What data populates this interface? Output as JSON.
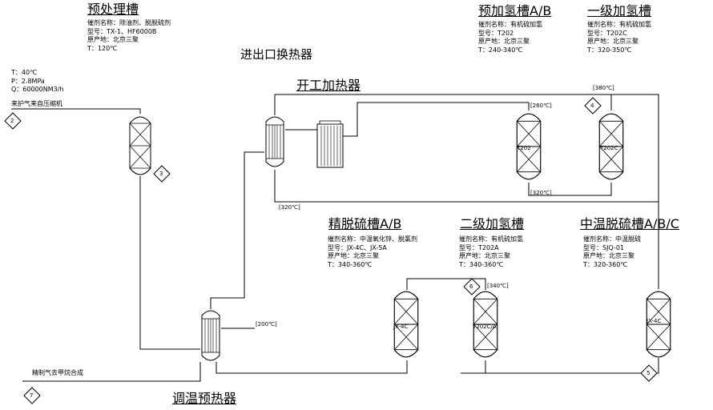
{
  "titles": {
    "pretreat": "预处理槽",
    "prehydro": "预加氢槽A/B",
    "hydro1": "一级加氢槽",
    "inlet_hx": "进出口换热器",
    "startup_heater": "开工加热器",
    "fine_desulf": "精脱硫槽A/B",
    "hydro2": "二级加氢槽",
    "mid_desulf": "中温脱硫槽A/B/C",
    "temp_preheater": "调温预热器"
  },
  "pretreat_info": [
    "催剂名称：除油剂、脱脱硫剂",
    "型号：TX-1、HF6000B",
    "原产地：北京三聚",
    "T：120℃"
  ],
  "prehydro_info": [
    "催剂名称：有机硫加氢",
    "型号：T202",
    "原产地：北京三聚",
    "T：240-340℃"
  ],
  "hydro1_info": [
    "催剂名称：有机硫加氢",
    "型号：T202C",
    "原产地：北京三聚",
    "T：320-350℃"
  ],
  "fine_desulf_info": [
    "催剂名称：中温氧化锌、脱氯剂",
    "型号：JX-4C、JX-5A",
    "原产地：北京三聚",
    "T：340-360℃"
  ],
  "hydro2_info": [
    "催剂名称：有机硫加氢",
    "型号：T202A",
    "原产地：北京三聚",
    "T：340-360℃"
  ],
  "mid_desulf_info": [
    "催剂名称：中温脱硫",
    "型号：SJQ-01",
    "原产地：北京三聚",
    "T：320-360℃"
  ],
  "inlet_conditions": [
    "T：40℃",
    "P：2.8MPa",
    "Q：60000NM3/h"
  ],
  "inlet_source": "来护气来自压缩机",
  "outlet_dest": "精制气去甲烷合成",
  "temps": {
    "t260": "[260℃]",
    "t380": "[380℃]",
    "t320a": "[320℃]",
    "t320b": "[320℃]",
    "t340": "[340℃]",
    "t200": "[200℃]"
  },
  "nodes": {
    "n2": "2",
    "n3": "3",
    "n4": "4",
    "n5": "5",
    "n6": "6",
    "n7": "7"
  },
  "vessel_tags": {
    "prehydro": "T202",
    "hydro1": "T202C",
    "fine_desulf": "JX-4C",
    "hydro2": "T202C/A",
    "mid_desulf": "JX-4C"
  }
}
